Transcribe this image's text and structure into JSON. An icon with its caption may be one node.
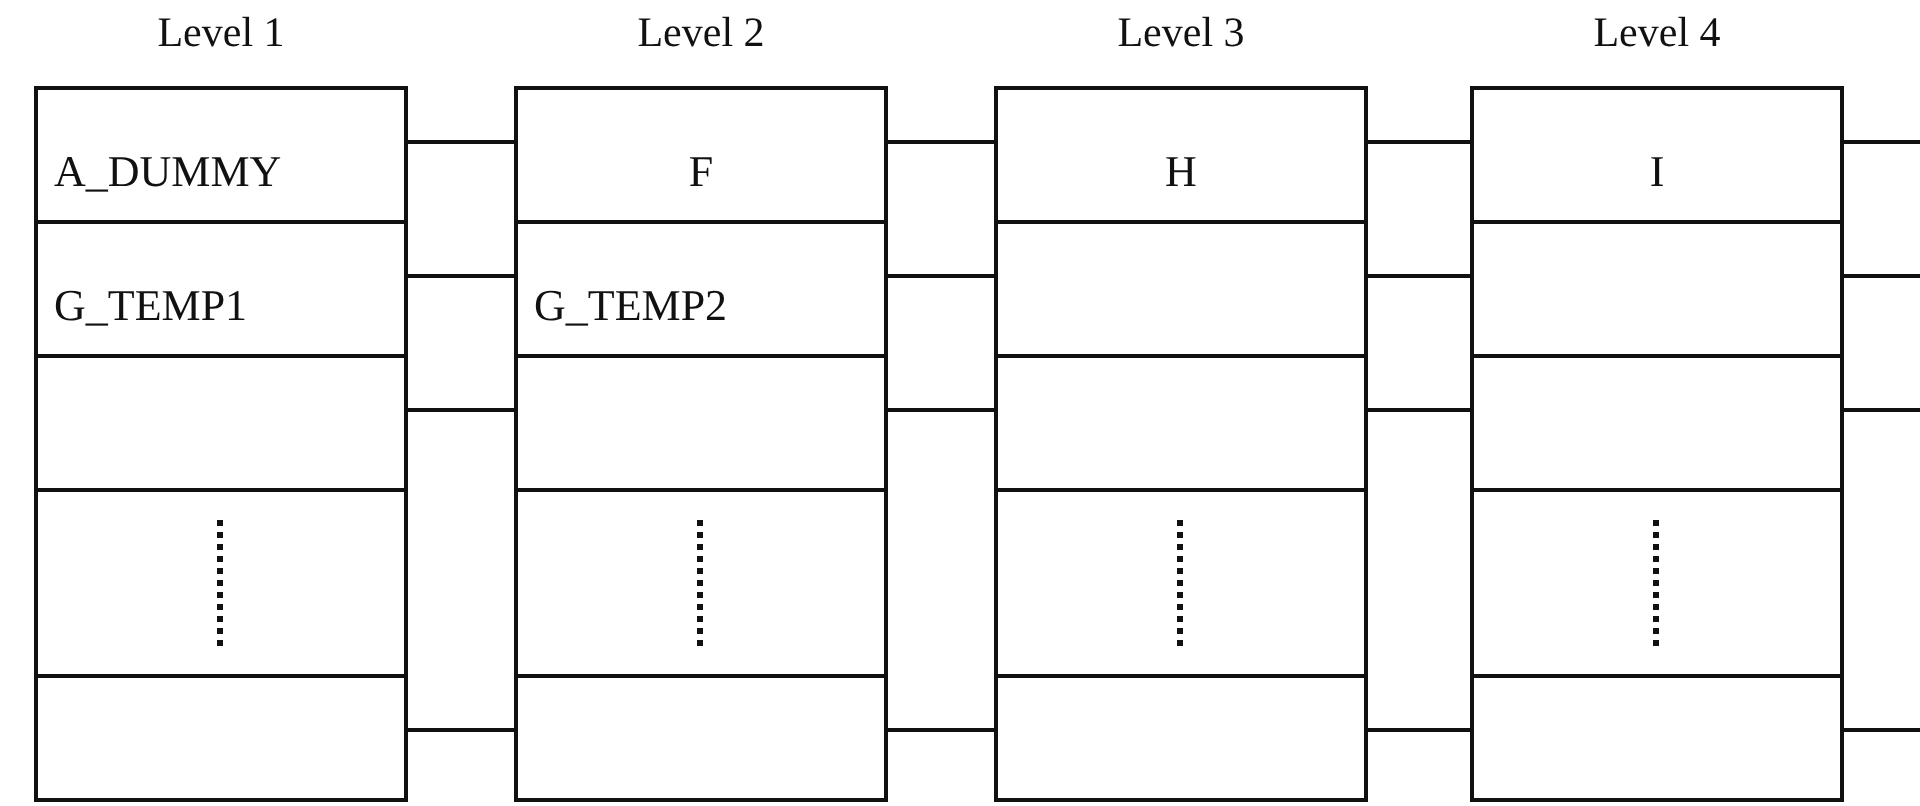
{
  "diagram": {
    "nodes": [
      {
        "text": [
          "Level 1"
        ]
      },
      {
        "text": [
          "A_DUMMY"
        ],
        "in": 0
      },
      {
        "text": [
          "G_TEMP1"
        ],
        "in": 0
      },
      {
        "text": [],
        "shape": "box",
        "in": 0
      },
      {
        "text": [],
        "shape": "box",
        "in": 0
      },
      {
        "text": [],
        "shape": "box",
        "in": 0
      },
      {
        "text": [
          "Level 2"
        ]
      },
      {
        "text": [
          "F"
        ],
        "in": 6
      },
      {
        "text": [
          "G_TEMP2"
        ],
        "in": 6
      },
      {
        "text": [],
        "shape": "box",
        "in": 6
      },
      {
        "text": [],
        "shape": "box",
        "in": 6
      },
      {
        "text": [],
        "shape": "box",
        "in": 6
      },
      {
        "text": [
          "Level 3"
        ]
      },
      {
        "text": [
          "H"
        ],
        "in": 12
      },
      {
        "text": [],
        "shape": "box",
        "in": 12
      },
      {
        "text": [],
        "shape": "box",
        "in": 12
      },
      {
        "text": [],
        "shape": "box",
        "in": 12
      },
      {
        "text": [],
        "shape": "box",
        "in": 12
      },
      {
        "text": [
          "Level 4"
        ]
      },
      {
        "text": [
          "I"
        ],
        "in": 18
      },
      {
        "text": [],
        "shape": "box",
        "in": 18
      },
      {
        "text": [],
        "shape": "box",
        "in": 18
      },
      {
        "text": [],
        "shape": "box",
        "in": 18
      },
      {
        "text": [],
        "shape": "box",
        "in": 18
      }
    ],
    "edges": [
      {
        "from": 1,
        "to": 7,
        "arrow": "none"
      },
      {
        "from": 2,
        "to": 8,
        "arrow": "none"
      },
      {
        "from": 3,
        "to": 9,
        "arrow": "none"
      },
      {
        "from": 5,
        "to": 11,
        "arrow": "none"
      },
      {
        "from": 7,
        "to": 13,
        "arrow": "none"
      },
      {
        "from": 8,
        "to": 14,
        "arrow": "none"
      },
      {
        "from": 9,
        "to": 15,
        "arrow": "none"
      },
      {
        "from": 11,
        "to": 17,
        "arrow": "none"
      },
      {
        "from": 13,
        "to": 19,
        "arrow": "none"
      },
      {
        "from": 14,
        "to": 20,
        "arrow": "none"
      },
      {
        "from": 15,
        "to": 21,
        "arrow": "none"
      },
      {
        "from": 17,
        "to": 23,
        "arrow": "none"
      },
      {
        "from": 19,
        "to": null,
        "arrow": "none"
      },
      {
        "from": 20,
        "to": null,
        "arrow": "none"
      },
      {
        "from": 21,
        "to": null,
        "arrow": "none"
      },
      {
        "from": 23,
        "to": null,
        "arrow": "none"
      }
    ]
  }
}
